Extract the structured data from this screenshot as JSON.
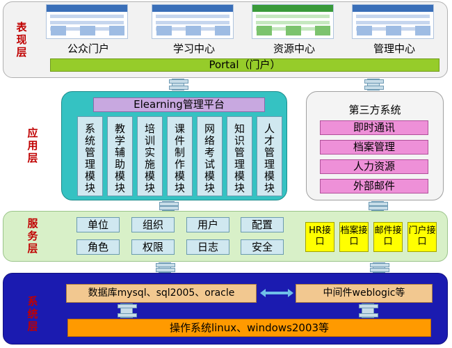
{
  "presentation_layer": {
    "label": "表现层",
    "portals": [
      "公众门户",
      "学习中心",
      "资源中心",
      "管理中心"
    ],
    "portal_bar": "Portal（门户）"
  },
  "application_layer": {
    "label": "应用层",
    "platform_title": "Elearning管理平台",
    "modules": [
      "系统管理模块",
      "教学辅助模块",
      "培训实施模块",
      "课件制作模块",
      "网络考试模块",
      "知识管理模块",
      "人才管理模块"
    ],
    "third_party": {
      "title": "第三方系统",
      "items": [
        "即时通讯",
        "档案管理",
        "人力资源",
        "外部邮件"
      ]
    }
  },
  "service_layer": {
    "label": "服务层",
    "services": [
      "单位",
      "组织",
      "用户",
      "配置",
      "角色",
      "权限",
      "日志",
      "安全"
    ],
    "interfaces": [
      "HR接口",
      "档案接口",
      "邮件接口",
      "门户接口"
    ]
  },
  "system_layer": {
    "label": "系统层",
    "database": "数据库mysql、sql2005、oracle",
    "middleware": "中间件weblogic等",
    "os": "操作系统linux、windows2003等"
  },
  "colors": {
    "layer_label": "#c00000",
    "portal_bar": "#96cc2a",
    "platform": "#35c2c2",
    "platform_title": "#c8a8e0",
    "third_party_item": "#ee90d8",
    "interface": "#ffff00",
    "system_bg": "#1b1bb0",
    "os_bar": "#ff9a00"
  }
}
